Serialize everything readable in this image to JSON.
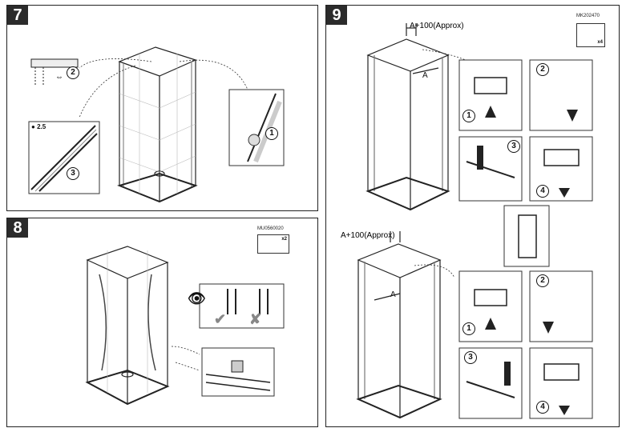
{
  "steps": [
    {
      "number": "7"
    },
    {
      "number": "8",
      "part_code": "MU0560020",
      "qty": "x2"
    },
    {
      "number": "9",
      "part_code": "MK202470",
      "qty": "x4"
    }
  ],
  "step7": {
    "drill_size": "2.5",
    "sub1": "1",
    "sub2": "2",
    "sub3": "3"
  },
  "step9": {
    "dim_top": "A+100(Approx)",
    "dim_bottom": "A+100(Approx)",
    "a_label": "A",
    "sub1": "1",
    "sub2": "2",
    "sub3": "3",
    "sub4": "4"
  },
  "icons": [
    "eye-icon",
    "check-icon",
    "cross-icon",
    "arrow-icon"
  ]
}
